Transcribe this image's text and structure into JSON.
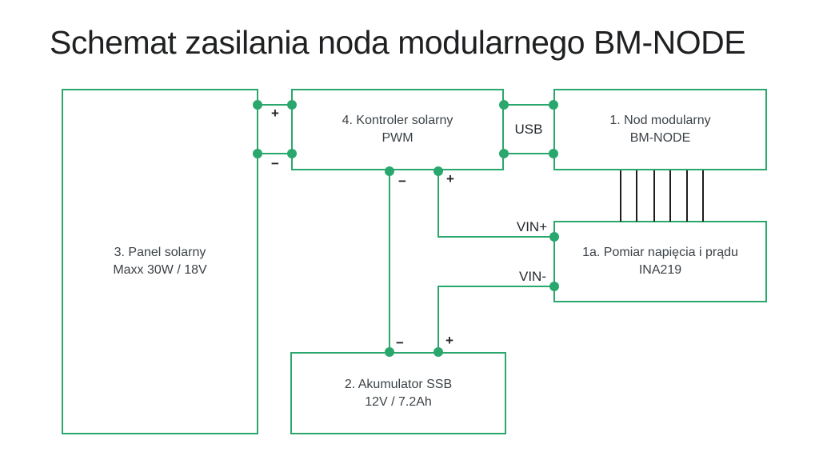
{
  "title": "Schemat zasilania noda modularnego BM-NODE",
  "colors": {
    "accent": "#2aa76c",
    "bus_pin": "#1d1d1b",
    "box_text": "#3c4247",
    "title_text": "#1f2022"
  },
  "nodes": {
    "panel": {
      "line1": "3. Panel solarny",
      "line2": "Maxx 30W / 18V"
    },
    "controller": {
      "line1": "4. Kontroler solarny",
      "line2": "PWM"
    },
    "bm_node": {
      "line1": "1. Nod modularny",
      "line2": "BM-NODE"
    },
    "ina219": {
      "line1": "1a. Pomiar napięcia i prądu",
      "line2": "INA219"
    },
    "battery": {
      "line1": "2. Akumulator SSB",
      "line2": "12V / 7.2Ah"
    }
  },
  "labels": {
    "panel_plus": "+",
    "panel_minus": "−",
    "usb": "USB",
    "pwm_out_minus": "−",
    "pwm_out_plus": "+",
    "vin_plus": "VIN+",
    "vin_minus": "VIN-",
    "battery_minus": "−",
    "battery_plus": "+"
  },
  "bus": {
    "pin_count": 6
  }
}
